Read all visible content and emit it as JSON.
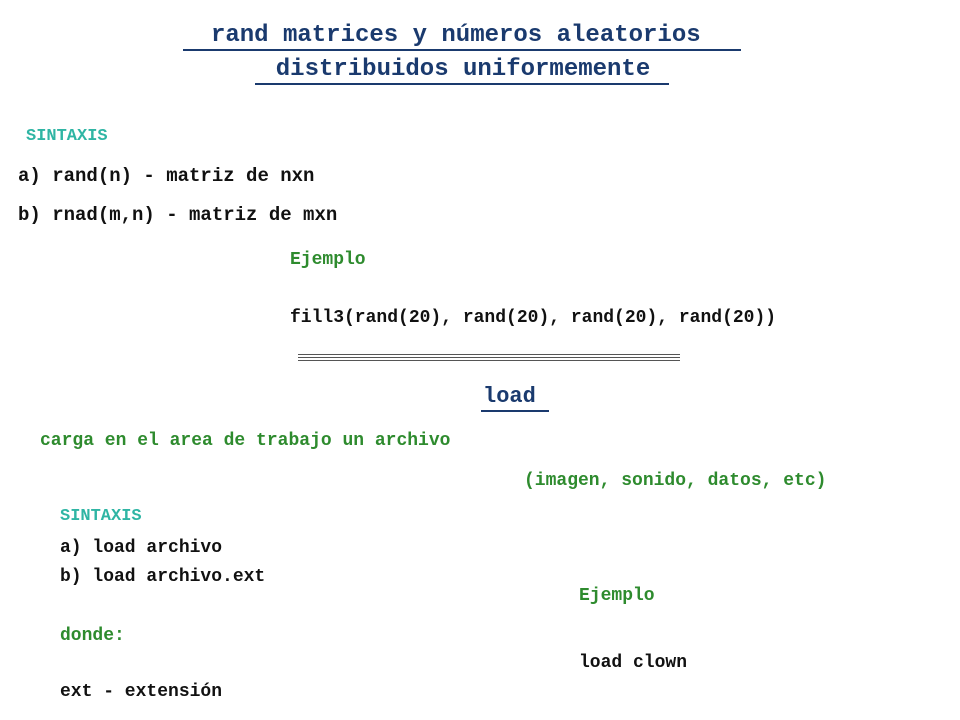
{
  "title": {
    "line1": "rand matrices y números aleatorios ",
    "line2": "distribuidos uniformemente"
  },
  "rand_section": {
    "syntax_label": "SINTAXIS",
    "item_a": "a) rand(n) - matriz de nxn",
    "item_b": "b) rnad(m,n) - matriz de mxn",
    "example_label": "Ejemplo",
    "example_code": "fill3(rand(20), rand(20), rand(20), rand(20))"
  },
  "load_section": {
    "heading": "load",
    "description": "carga en el area de trabajo un archivo",
    "file_types": "(imagen, sonido, datos, etc)",
    "syntax_label": "SINTAXIS",
    "item_a": "a) load archivo",
    "item_b": "b) load archivo.ext",
    "where_label": "donde:",
    "ext_note": "ext - extensión",
    "example_label": "Ejemplo",
    "example_code": "load clown"
  }
}
